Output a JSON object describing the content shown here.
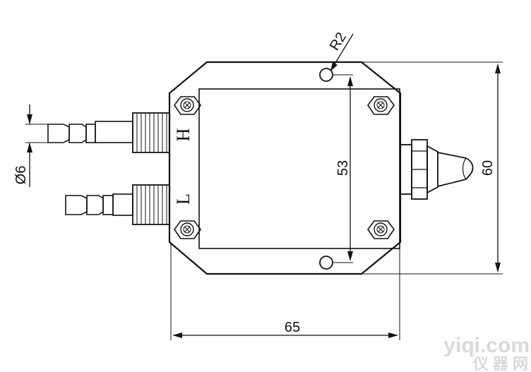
{
  "dimensions": {
    "width": "65",
    "height_overall": "60",
    "hole_spacing": "53",
    "port_diameter": "Ø6",
    "hole_radius": "R2"
  },
  "port_labels": {
    "high": "H",
    "low": "L"
  },
  "watermark": {
    "domain": "yiqi.com",
    "chinese": "仪 器 网"
  }
}
